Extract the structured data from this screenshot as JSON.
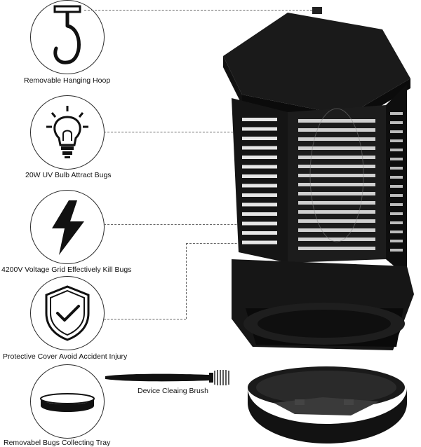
{
  "features": [
    {
      "icon": "hook-icon",
      "label": "Removable Hanging Hoop"
    },
    {
      "icon": "light-bulb-icon",
      "label": "20W UV Bulb Attract Bugs"
    },
    {
      "icon": "lightning-bolt-icon",
      "label": "4200V Voltage Grid Effectively Kill Bugs"
    },
    {
      "icon": "shield-check-icon",
      "label": "Protective Cover Avoid Accident Injury"
    },
    {
      "icon": "tray-icon",
      "label": "Removabel Bugs Collecting Tray"
    }
  ],
  "brush_label": "Device Cleaing Brush"
}
